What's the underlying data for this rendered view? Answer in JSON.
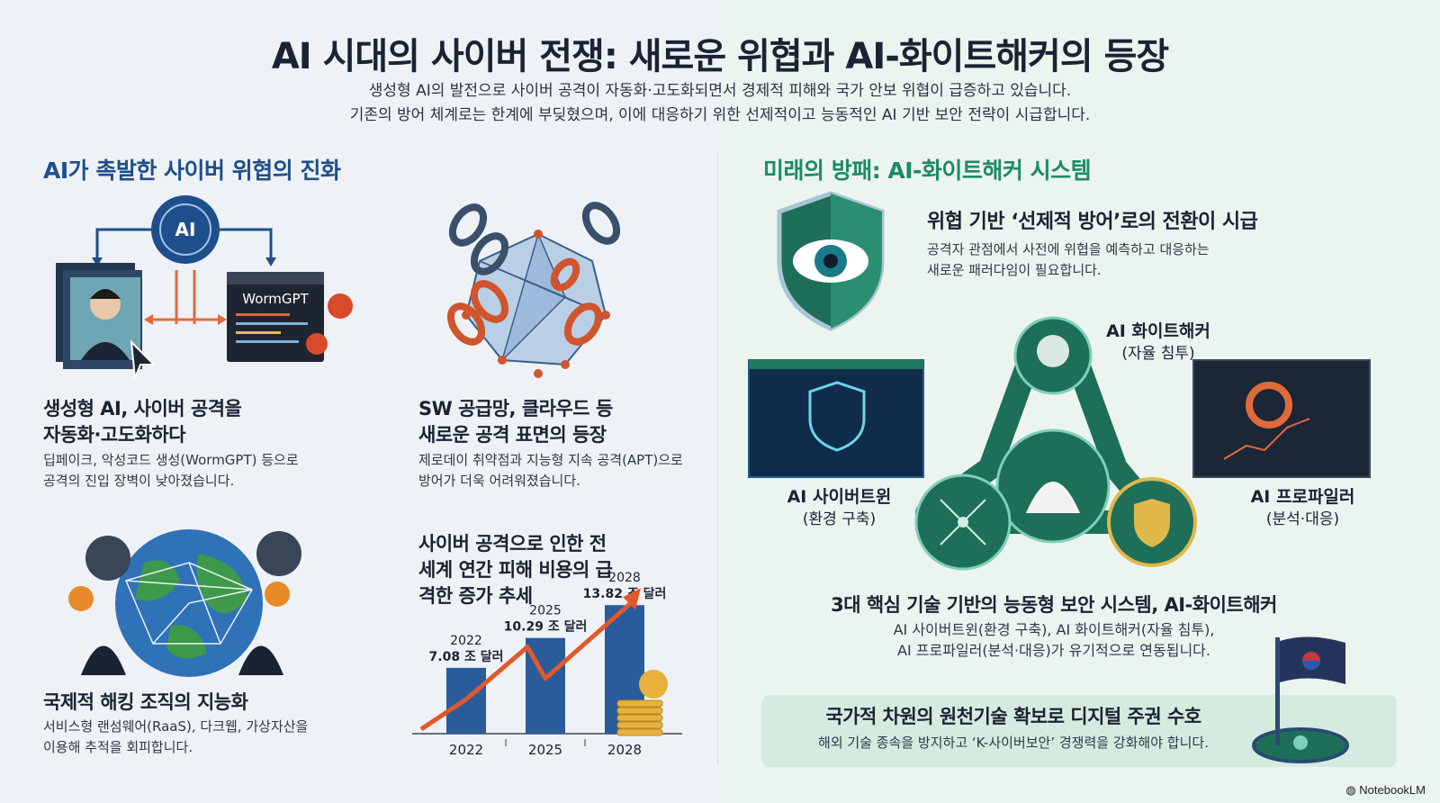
{
  "header": {
    "title": "AI 시대의 사이버 전쟁: 새로운 위협과 AI-화이트해커의 등장",
    "subtitle_1": "생성형 AI의 발전으로 사이버 공격이 자동화·고도화되면서 경제적 피해와 국가 안보 위협이 급증하고 있습니다.",
    "subtitle_2": "기존의 방어 체계로는 한계에 부딪혔으며, 이에 대응하기 위한 선제적이고 능동적인 AI 기반 보안 전략이 시급합니다."
  },
  "left": {
    "heading": "AI가 촉발한 사이버 위협의 진화",
    "block1": {
      "icon_label": "AI",
      "window_label": "WormGPT",
      "title_1": "생성형 AI, 사이버 공격을",
      "title_2": "자동화·고도화하다",
      "desc_1": "딥페이크, 악성코드 생성(WormGPT) 등으로",
      "desc_2": "공격의 진입 장벽이 낮아졌습니다."
    },
    "block2": {
      "title_1": "SW 공급망, 클라우드 등",
      "title_2": "새로운 공격 표면의 등장",
      "desc_1": "제로데이 취약점과 지능형 지속 공격(APT)으로",
      "desc_2": "방어가 더욱 어려워졌습니다."
    },
    "block3": {
      "title": "국제적 해킹 조직의 지능화",
      "desc_1": "서비스형 랜섬웨어(RaaS), 다크웹, 가상자산을",
      "desc_2": "이용해 추적을 회피합니다."
    }
  },
  "right": {
    "heading": "미래의 방패: AI-화이트해커 시스템",
    "shield": {
      "title": "위협 기반 ‘선제적 방어’로의 전환이 시급",
      "desc_1": "공격자 관점에서 사전에 위협을 예측하고 대응하는",
      "desc_2": "새로운 패러다임이 필요합니다."
    },
    "nodes": {
      "whitehacker": "AI 화이트해커",
      "whitehacker_sub": "(자율 침투)",
      "twin": "AI 사이버트윈",
      "twin_sub": "(환경 구축)",
      "profiler": "AI 프로파일러",
      "profiler_sub": "(분석·대응)"
    },
    "system": {
      "title": "3대 핵심 기술 기반의 능동형 보안 시스템, AI-화이트해커",
      "desc_1": "AI 사이버트윈(환경 구축), AI 화이트해커(자율 침투),",
      "desc_2": "AI 프로파일러(분석·대응)가 유기적으로 연동됩니다."
    },
    "sovereignty": {
      "title": "국가적 차원의 원천기술 확보로 디지털 주권 수호",
      "desc": "해외 기술 종속을 방지하고 ‘K-사이버보안’ 경쟁력을 강화해야 합니다."
    }
  },
  "footer": {
    "brand": "NotebookLM"
  },
  "colors": {
    "navy": "#1f4f8a",
    "green": "#1c8a6a",
    "orange": "#e0592a",
    "bar": "#2a5c9c"
  },
  "chart_data": {
    "type": "bar",
    "title": "사이버 공격으로 인한 전 세계 연간 피해 비용의 급격한 증가 추세",
    "categories": [
      "2022",
      "2025",
      "2028"
    ],
    "values": [
      7.08,
      10.29,
      13.82
    ],
    "value_labels": [
      "7.08 조 달러",
      "10.29 조 달러",
      "13.82 조 달러"
    ],
    "ylim": [
      0,
      15
    ],
    "trend_arrow": true,
    "grid": false
  }
}
